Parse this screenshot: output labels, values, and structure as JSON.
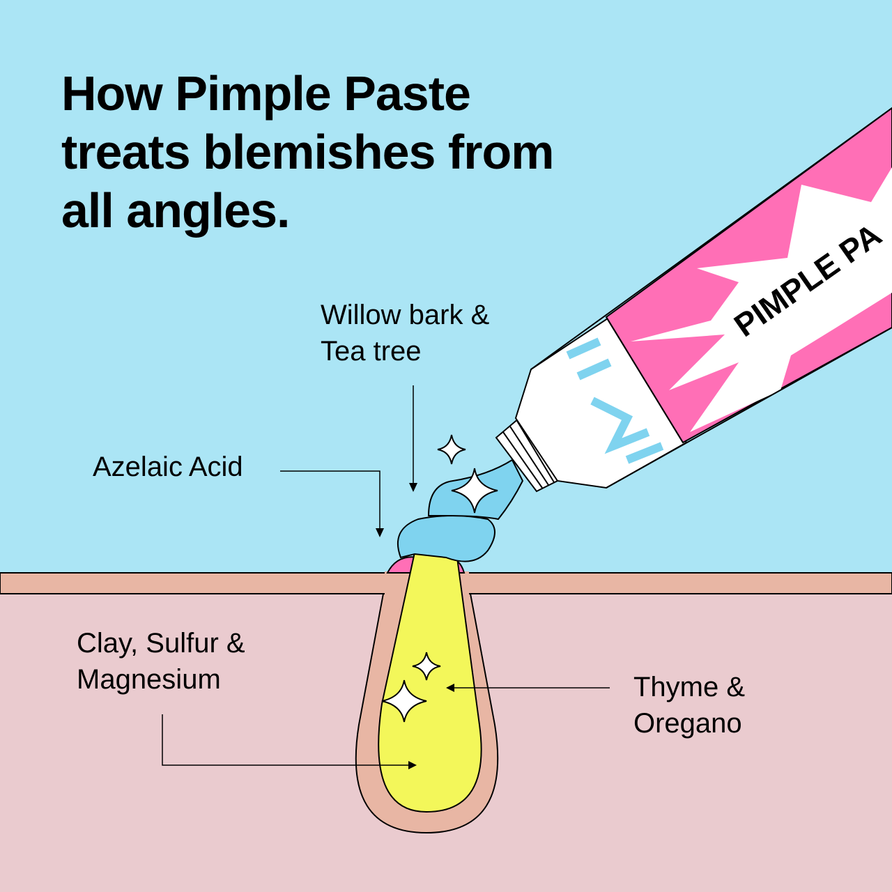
{
  "title": {
    "line1": "How Pimple Paste",
    "line2": "treats blemishes from",
    "line3": "all angles."
  },
  "labels": {
    "willow": {
      "line1": "Willow bark &",
      "line2": "Tea tree"
    },
    "azelaic": "Azelaic Acid",
    "clay": {
      "line1": "Clay, Sulfur &",
      "line2": "Magnesium"
    },
    "thyme": {
      "line1": "Thyme &",
      "line2": "Oregano"
    }
  },
  "tube": {
    "brand_text": "PIMPLE PA"
  },
  "colors": {
    "sky": "#abe5f5",
    "skin_top": "#e8b6a4",
    "skin": "#eacbcf",
    "pimple": "#f3f75a",
    "paste": "#7fd3ef",
    "pink": "#ff6fb6"
  }
}
